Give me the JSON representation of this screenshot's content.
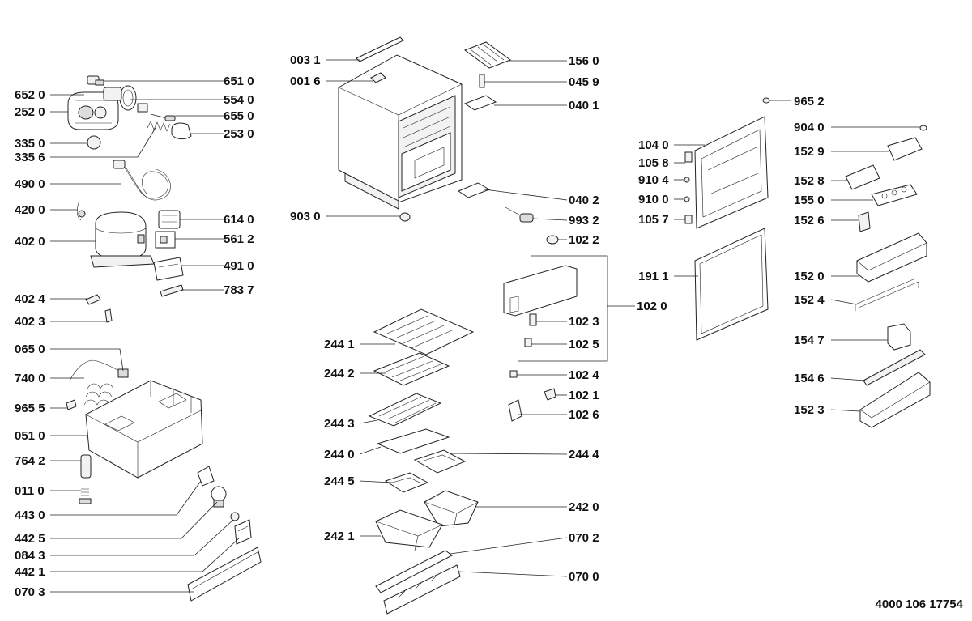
{
  "document_number": "4000 106 17754",
  "callouts": [
    {
      "id": "c6510",
      "label": "651 0"
    },
    {
      "id": "c6520",
      "label": "652 0"
    },
    {
      "id": "c5540",
      "label": "554 0"
    },
    {
      "id": "c2520",
      "label": "252 0"
    },
    {
      "id": "c6550",
      "label": "655 0"
    },
    {
      "id": "c2530",
      "label": "253 0"
    },
    {
      "id": "c3350",
      "label": "335 0"
    },
    {
      "id": "c3356",
      "label": "335 6"
    },
    {
      "id": "c4900",
      "label": "490 0"
    },
    {
      "id": "c4200",
      "label": "420 0"
    },
    {
      "id": "c6140",
      "label": "614 0"
    },
    {
      "id": "c4020",
      "label": "402 0"
    },
    {
      "id": "c5612",
      "label": "561 2"
    },
    {
      "id": "c4910",
      "label": "491 0"
    },
    {
      "id": "c7837",
      "label": "783 7"
    },
    {
      "id": "c4024",
      "label": "402 4"
    },
    {
      "id": "c4023",
      "label": "402 3"
    },
    {
      "id": "c0650",
      "label": "065 0"
    },
    {
      "id": "c7400",
      "label": "740 0"
    },
    {
      "id": "c9655",
      "label": "965 5"
    },
    {
      "id": "c0510",
      "label": "051 0"
    },
    {
      "id": "c7642",
      "label": "764 2"
    },
    {
      "id": "c0110",
      "label": "011 0"
    },
    {
      "id": "c4430",
      "label": "443 0"
    },
    {
      "id": "c4425",
      "label": "442 5"
    },
    {
      "id": "c0843",
      "label": "084 3"
    },
    {
      "id": "c4421",
      "label": "442 1"
    },
    {
      "id": "c0703",
      "label": "070 3"
    },
    {
      "id": "c0031",
      "label": "003 1"
    },
    {
      "id": "c0016",
      "label": "001 6"
    },
    {
      "id": "c9030",
      "label": "903 0"
    },
    {
      "id": "c1560",
      "label": "156 0"
    },
    {
      "id": "c0459",
      "label": "045 9"
    },
    {
      "id": "c0401",
      "label": "040 1"
    },
    {
      "id": "c0402",
      "label": "040 2"
    },
    {
      "id": "c9932",
      "label": "993 2"
    },
    {
      "id": "c1022",
      "label": "102 2"
    },
    {
      "id": "c1023",
      "label": "102 3"
    },
    {
      "id": "c1020",
      "label": "102 0"
    },
    {
      "id": "c1025",
      "label": "102 5"
    },
    {
      "id": "c1024",
      "label": "102 4"
    },
    {
      "id": "c1021",
      "label": "102 1"
    },
    {
      "id": "c1026",
      "label": "102 6"
    },
    {
      "id": "c2441",
      "label": "244 1"
    },
    {
      "id": "c2442",
      "label": "244 2"
    },
    {
      "id": "c2443",
      "label": "244 3"
    },
    {
      "id": "c2440",
      "label": "244 0"
    },
    {
      "id": "c2444",
      "label": "244 4"
    },
    {
      "id": "c2445",
      "label": "244 5"
    },
    {
      "id": "c2420",
      "label": "242 0"
    },
    {
      "id": "c2421",
      "label": "242 1"
    },
    {
      "id": "c0702",
      "label": "070 2"
    },
    {
      "id": "c0700",
      "label": "070 0"
    },
    {
      "id": "c9652",
      "label": "965 2"
    },
    {
      "id": "c9040",
      "label": "904 0"
    },
    {
      "id": "c1040",
      "label": "104 0"
    },
    {
      "id": "c1529",
      "label": "152 9"
    },
    {
      "id": "c1058",
      "label": "105 8"
    },
    {
      "id": "c9104",
      "label": "910 4"
    },
    {
      "id": "c1528",
      "label": "152 8"
    },
    {
      "id": "c9100",
      "label": "910 0"
    },
    {
      "id": "c1550",
      "label": "155 0"
    },
    {
      "id": "c1057",
      "label": "105 7"
    },
    {
      "id": "c1526",
      "label": "152 6"
    },
    {
      "id": "c1911",
      "label": "191 1"
    },
    {
      "id": "c1520",
      "label": "152 0"
    },
    {
      "id": "c1524",
      "label": "152 4"
    },
    {
      "id": "c1547",
      "label": "154 7"
    },
    {
      "id": "c1546",
      "label": "154 6"
    },
    {
      "id": "c1523",
      "label": "152 3"
    }
  ]
}
